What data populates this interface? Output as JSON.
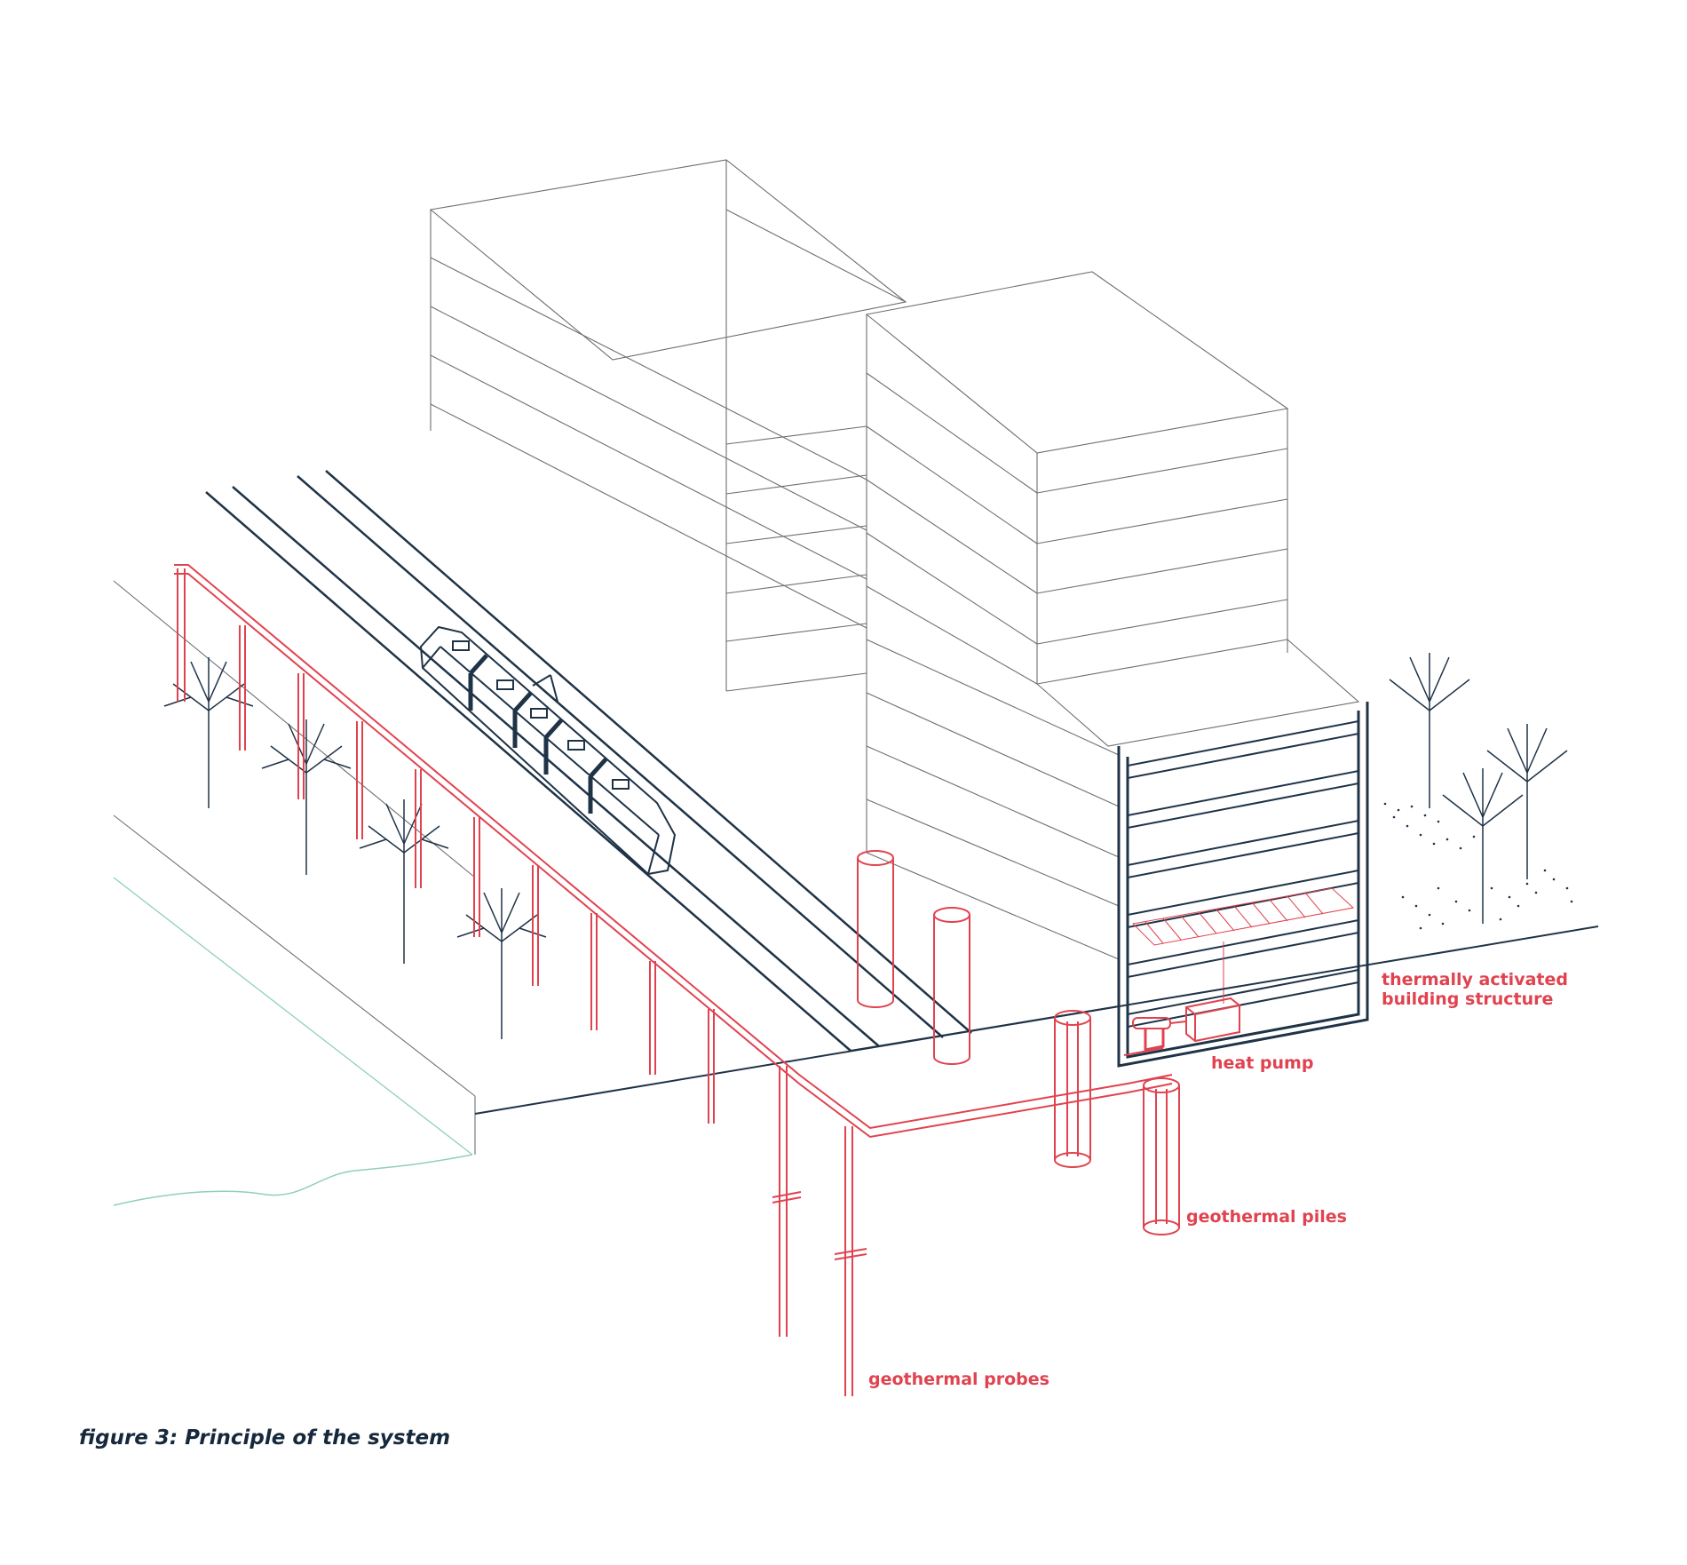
{
  "colors": {
    "accent": "#e0434f",
    "ink": "#1f3347",
    "outline": "#6b6f73",
    "water": "#8fcfbe"
  },
  "labels": {
    "tabs_line1": "thermally activated",
    "tabs_line2": "building structure",
    "heat_pump": "heat pump",
    "piles": "geothermal piles",
    "probes": "geothermal probes"
  },
  "caption": "figure 3: Principle of the system"
}
